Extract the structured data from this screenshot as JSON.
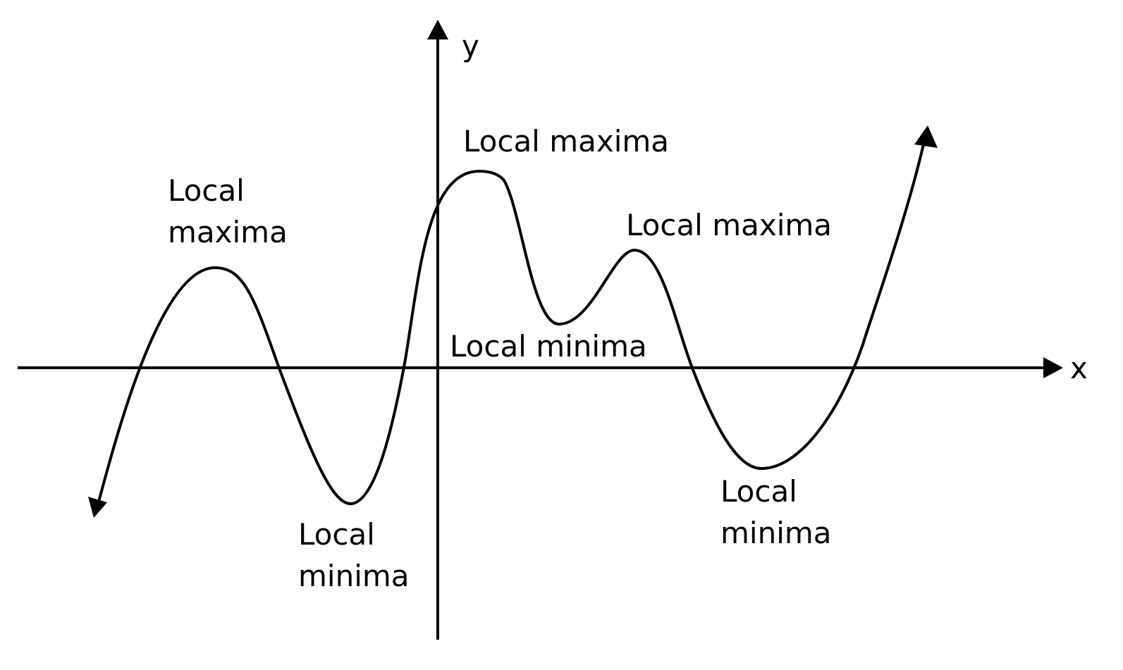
{
  "axes": {
    "x_label": "x",
    "y_label": "y"
  },
  "labels": {
    "max_left_line1": "Local",
    "max_left_line2": "maxima",
    "max_center": "Local maxima",
    "max_right": "Local maxima",
    "min_center": "Local minima",
    "min_left_line1": "Local",
    "min_left_line2": "minima",
    "min_right_line1": "Local",
    "min_right_line2": "minima"
  },
  "colors": {
    "stroke": "#000000",
    "background": "#ffffff"
  }
}
